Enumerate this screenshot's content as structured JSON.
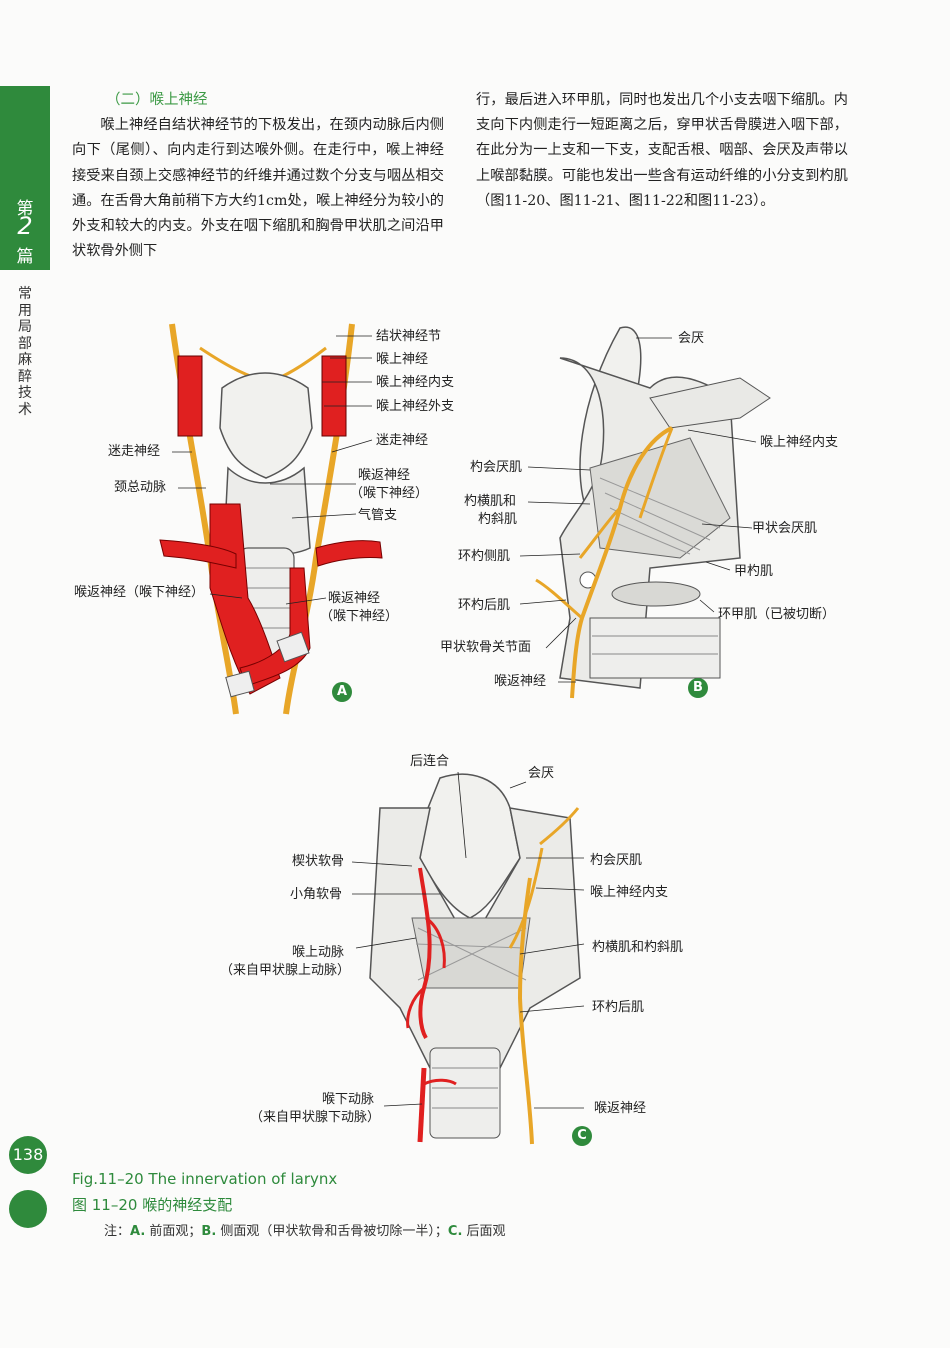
{
  "sidebar": {
    "part_top": "第",
    "part_num": "2",
    "part_bottom": "篇",
    "chapter": "常用局部麻醉技术"
  },
  "section": {
    "title": "（二）喉上神经",
    "left_paragraph": "喉上神经自结状神经节的下极发出，在颈内动脉后内侧向下（尾侧）、向内走行到达喉外侧。在走行中，喉上神经接受来自颈上交感神经节的纤维并通过数个分支与咽丛相交通。在舌骨大角前稍下方大约1cm处，喉上神经分为较小的外支和较大的内支。外支在咽下缩肌和胸骨甲状肌之间沿甲状软骨外侧下",
    "right_paragraph": "行，最后进入环甲肌，同时也发出几个小支去咽下缩肌。内支向下内侧走行一短距离之后，穿甲状舌骨膜进入咽下部，在此分为一上支和一下支，支配舌根、咽部、会厌及声带以上喉部黏膜。可能也发出一些含有运动纤维的小分支到杓肌（图11-20、图11-21、图11-22和图11-23）。"
  },
  "figA": {
    "badge": "A",
    "labels": {
      "jiezhuang": "结状神经节",
      "houshang": "喉上神经",
      "houshang_nei": "喉上神经内支",
      "houshang_wai": "喉上神经外支",
      "mizou_r": "迷走神经",
      "mizou_l": "迷走神经",
      "jingzong": "颈总动脉",
      "houfan_r1": "喉返神经",
      "houfan_r2": "（喉下神经）",
      "qiguan": "气管支",
      "houfan_l": "喉返神经（喉下神经）",
      "houfan_b1": "喉返神经",
      "houfan_b2": "（喉下神经）"
    }
  },
  "figB": {
    "badge": "B",
    "labels": {
      "huiyan": "会厌",
      "houshang_nei": "喉上神经内支",
      "shaohuiyan": "杓会厌肌",
      "shaoheng1": "杓横肌和",
      "shaoheng2": "杓斜肌",
      "jiazhuanghuiyan": "甲状会厌肌",
      "huanshaoce": "环杓侧肌",
      "jiashao": "甲杓肌",
      "huanshaohou": "环杓后肌",
      "huanjia": "环甲肌（已被切断）",
      "jiazhuangguanjie": "甲状软骨关节面",
      "houfan": "喉返神经"
    }
  },
  "figC": {
    "badge": "C",
    "labels": {
      "houlianhe": "后连合",
      "huiyan": "会厌",
      "xiezhuang": "楔状软骨",
      "shaohuiyan": "杓会厌肌",
      "xiaojiao": "小角软骨",
      "houshang_nei": "喉上神经内支",
      "houshangdong1": "喉上动脉",
      "houshangdong2": "（来自甲状腺上动脉）",
      "shaoheng": "杓横肌和杓斜肌",
      "huanshaohou": "环杓后肌",
      "houxiadong1": "喉下动脉",
      "houxiadong2": "（来自甲状腺下动脉）",
      "houfan": "喉返神经"
    }
  },
  "caption": {
    "page_number": "138",
    "english": "Fig.11–20  The innervation of larynx",
    "chinese": "图 11–20  喉的神经支配",
    "note_prefix": "注：",
    "a_key": "A.",
    "a_text": " 前面观；",
    "b_key": "B.",
    "b_text": " 侧面观（甲状软骨和舌骨被切除一半）；",
    "c_key": "C.",
    "c_text": " 后面观"
  },
  "colors": {
    "accent_green": "#2f8a3c",
    "artery_red": "#e02020",
    "nerve_yellow": "#e8a628"
  }
}
